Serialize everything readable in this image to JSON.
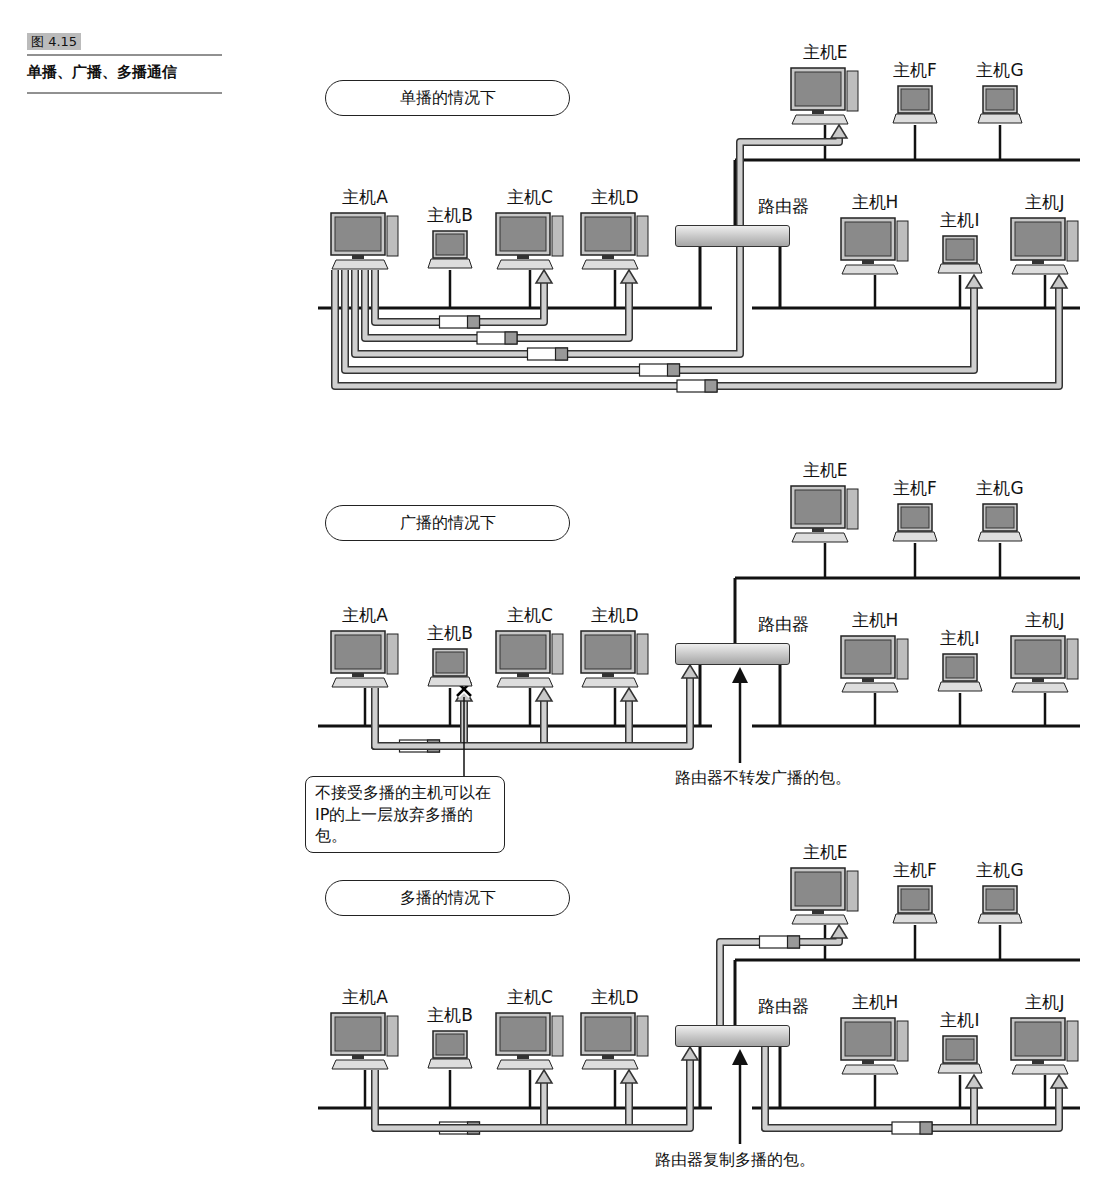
{
  "diagram": {
    "title": "图 4.15",
    "caption": "单播、广播、多播通信",
    "nodes": [
      {
        "text": [
          "单播的情况下"
        ]
      },
      {
        "text": [
          "主机A"
        ]
      },
      {
        "text": [
          "主机B"
        ]
      },
      {
        "text": [
          "主机C"
        ]
      },
      {
        "text": [
          "主机D"
        ]
      },
      {
        "text": [
          "主机E"
        ]
      },
      {
        "text": [
          "主机F"
        ]
      },
      {
        "text": [
          "主机G"
        ]
      },
      {
        "text": [
          "主机H"
        ]
      },
      {
        "text": [
          "主机I"
        ]
      },
      {
        "text": [
          "主机J"
        ]
      },
      {
        "text": [
          "路由器"
        ]
      },
      {
        "text": [
          "广播的情况下"
        ]
      },
      {
        "text": [
          "主机A"
        ]
      },
      {
        "text": [
          "主机B"
        ]
      },
      {
        "text": [
          "主机C"
        ]
      },
      {
        "text": [
          "主机D"
        ]
      },
      {
        "text": [
          "主机E"
        ]
      },
      {
        "text": [
          "主机F"
        ]
      },
      {
        "text": [
          "主机G"
        ]
      },
      {
        "text": [
          "主机H"
        ]
      },
      {
        "text": [
          "主机I"
        ]
      },
      {
        "text": [
          "主机J"
        ]
      },
      {
        "text": [
          "路由器"
        ]
      },
      {
        "text": [
          "不接受多播的主机可以在IP的上一层放弃多播的包。"
        ]
      },
      {
        "text": [
          "多播的情况下"
        ]
      },
      {
        "text": [
          "主机A"
        ]
      },
      {
        "text": [
          "主机B"
        ]
      },
      {
        "text": [
          "主机C"
        ]
      },
      {
        "text": [
          "主机D"
        ]
      },
      {
        "text": [
          "主机E"
        ]
      },
      {
        "text": [
          "主机F"
        ]
      },
      {
        "text": [
          "主机G"
        ]
      },
      {
        "text": [
          "主机H"
        ]
      },
      {
        "text": [
          "主机I"
        ]
      },
      {
        "text": [
          "主机J"
        ]
      },
      {
        "text": [
          "路由器"
        ]
      }
    ],
    "edges": [
      {
        "from": 1,
        "to": 3,
        "arrow": "to"
      },
      {
        "from": 1,
        "to": 4,
        "arrow": "to"
      },
      {
        "from": 1,
        "to": 5,
        "arrow": "to"
      },
      {
        "from": 1,
        "to": 9,
        "arrow": "to"
      },
      {
        "from": 1,
        "to": 10,
        "arrow": "to"
      },
      {
        "from": 13,
        "to": 14,
        "arrow": "to"
      },
      {
        "from": 13,
        "to": 15,
        "arrow": "to"
      },
      {
        "from": 13,
        "to": 16,
        "arrow": "to"
      },
      {
        "from": 13,
        "to": 23,
        "arrow": "to"
      },
      {
        "from": 24,
        "to": 14,
        "arrow": "none"
      },
      {
        "from": 26,
        "to": 28,
        "arrow": "to"
      },
      {
        "from": 26,
        "to": 29,
        "arrow": "to"
      },
      {
        "from": 26,
        "to": 36,
        "arrow": "to"
      },
      {
        "from": 36,
        "to": 30,
        "arrow": "to"
      },
      {
        "from": 36,
        "to": 34,
        "arrow": "to"
      },
      {
        "from": 36,
        "to": 35,
        "arrow": "to"
      }
    ],
    "labels": [
      "路由器不转发广播的包。",
      "路由器复制多播的包。"
    ]
  }
}
